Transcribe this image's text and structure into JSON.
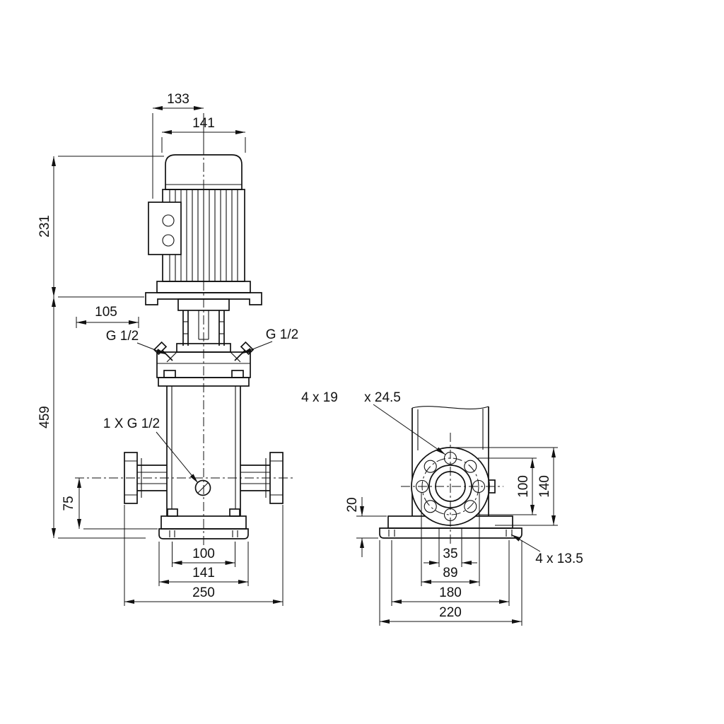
{
  "front_view": {
    "dims": {
      "d133": "133",
      "d141_top": "141",
      "d231": "231",
      "d105": "105",
      "d459": "459",
      "d75": "75",
      "d100_bottom": "100",
      "d141_bottom": "141",
      "d250": "250"
    },
    "labels": {
      "port_left": "G 1/2",
      "port_right": "G 1/2",
      "drain_port": "1 X G 1/2"
    }
  },
  "side_view": {
    "dims": {
      "d20": "20",
      "d100_right": "100",
      "d140": "140",
      "d35": "35",
      "d89": "89",
      "d180": "180",
      "d220": "220"
    },
    "labels": {
      "flange_holes": "4 x 19",
      "flange_holes_counterbore": "x 24.5",
      "base_holes": "4 x 13.5"
    }
  },
  "colors": {
    "line": "#111111",
    "background": "#ffffff"
  }
}
